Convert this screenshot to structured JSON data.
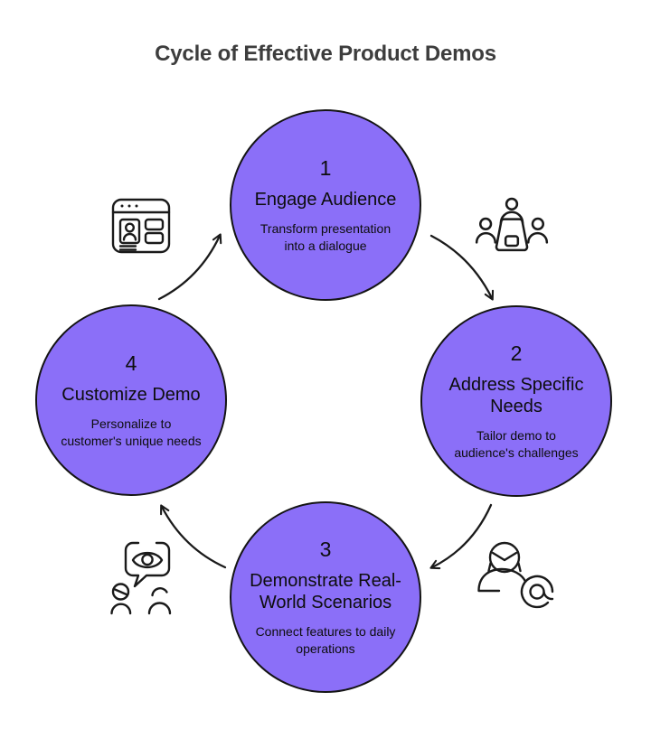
{
  "title": "Cycle of Effective Product Demos",
  "steps": [
    {
      "number": "1",
      "title": "Engage Audience",
      "description": "Transform presentation into a dialogue"
    },
    {
      "number": "2",
      "title": "Address Specific Needs",
      "description": "Tailor demo to audience's challenges"
    },
    {
      "number": "3",
      "title": "Demonstrate Real-World Scenarios",
      "description": "Connect features to daily operations"
    },
    {
      "number": "4",
      "title": "Customize Demo",
      "description": "Personalize to customer's unique needs"
    }
  ],
  "icons": {
    "top_left": "browser-profile-card-icon",
    "top_right": "meeting-table-icon",
    "bottom_right": "customer-email-icon",
    "bottom_left": "observation-feedback-icon"
  },
  "colors": {
    "background": "#ffffff",
    "circle_fill": "#8B6FF8",
    "circle_border": "#141414",
    "arrow": "#1a1a1a",
    "icon": "#1a1a1a",
    "title_text": "#3d3d3d",
    "step_text": "#0d0d0d"
  }
}
